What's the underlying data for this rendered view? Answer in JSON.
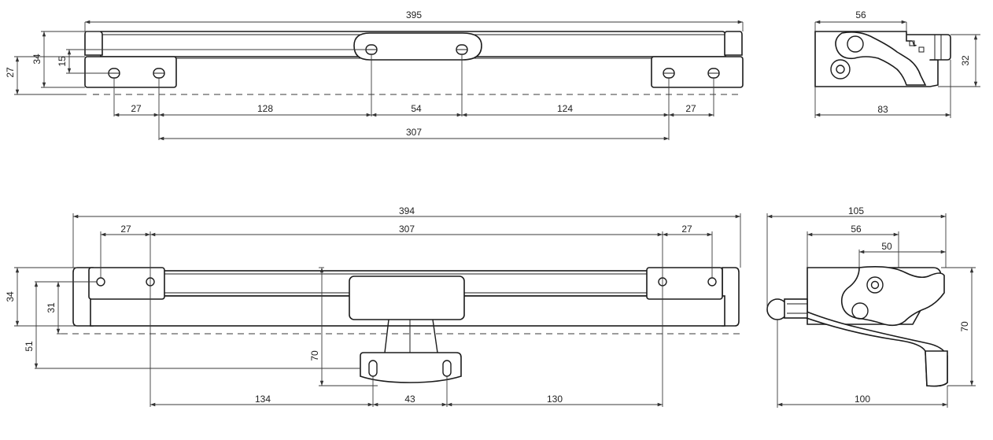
{
  "top_front": {
    "overall_length": "395",
    "height_34": "34",
    "height_15": "15",
    "height_27": "27",
    "d27a": "27",
    "d128": "128",
    "d54": "54",
    "d124": "124",
    "d27b": "27",
    "d307": "307"
  },
  "top_side": {
    "w56": "56",
    "h32": "32",
    "w83": "83"
  },
  "bottom_front": {
    "overall_length": "394",
    "d27a": "27",
    "d307": "307",
    "d27b": "27",
    "height_34": "34",
    "height_31": "31",
    "height_51": "51",
    "height_70": "70",
    "d134": "134",
    "d43": "43",
    "d130": "130"
  },
  "bottom_side": {
    "w105": "105",
    "w56": "56",
    "w50": "50",
    "h70": "70",
    "w100": "100"
  }
}
